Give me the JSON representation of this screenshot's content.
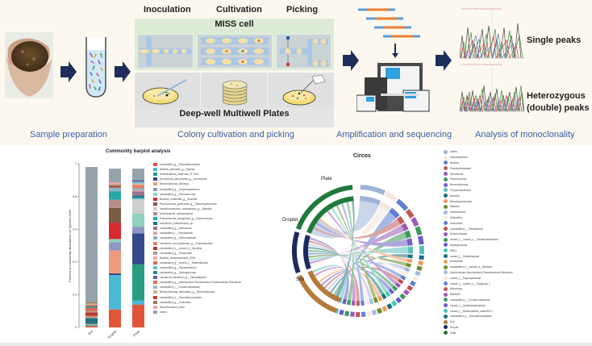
{
  "workflow": {
    "stages": [
      {
        "label": "Sample preparation"
      },
      {
        "label": "Colony cultivation and picking"
      },
      {
        "label": "Amplification and sequencing"
      },
      {
        "label": "Analysis of monoclonality"
      }
    ],
    "steps": [
      "Inoculation",
      "Cultivation",
      "Picking"
    ],
    "miss_cell_title": "MISS cell",
    "plates_title": "Deep-well Multiwell Plates",
    "peaks": {
      "single": "Single peaks",
      "heterozygous_line1": "Heterozygous",
      "heterozygous_line2": "(double) peaks"
    },
    "seq_top_letters": "TATGCTTGCCGACATGGGACT",
    "seq_bottom_letters": "GTGCTTATGCTTGCCGACATG",
    "colors": {
      "stage_label": "#3a5fa8",
      "arrow": "#1e2d5a",
      "miss_bg": "#dcebd6",
      "panel_bg": "#fcf8ef"
    }
  },
  "chart_data": [
    {
      "type": "bar",
      "stacked": true,
      "title": "Community barplot analysis",
      "ylabel": "Percent of community abundance on Species level",
      "xlabel": "",
      "ylim": [
        0,
        1
      ],
      "yticks": [
        "0",
        "0.2",
        "0.4",
        "0.6",
        "0.8",
        "1"
      ],
      "categories": [
        "Soil",
        "Droplet",
        "Plate"
      ],
      "series": [
        {
          "name": "unclassified_g__Pseudarthrobacter",
          "color": "#e0553a",
          "values": [
            0.008,
            0.11,
            0.14
          ]
        },
        {
          "name": "Bacillus_anthracis_g__Bacillus",
          "color": "#4bb8d6",
          "values": [
            0.0,
            0.21,
            0.025
          ]
        },
        {
          "name": "Ardenticatenia_bacterium_R-7515",
          "color": "#2a9d80",
          "values": [
            0.005,
            0.0,
            0.22
          ]
        },
        {
          "name": "Aeromonas_salmonicida_g__Aeromonas",
          "color": "#34498a",
          "values": [
            0.0,
            0.01,
            0.19
          ]
        },
        {
          "name": "Brevundimonas_diminuta",
          "color": "#ef9a7e",
          "values": [
            0.0,
            0.14,
            0.0
          ]
        },
        {
          "name": "unclassified_g__Chryseobacterium",
          "color": "#8e97c2",
          "values": [
            0.0,
            0.05,
            0.04
          ]
        },
        {
          "name": "unclassified_g__Pseudomonas",
          "color": "#8fd1bd",
          "values": [
            0.004,
            0.02,
            0.08
          ]
        },
        {
          "name": "Brucella_melitensis_g__Brucella",
          "color": "#d8292e",
          "values": [
            0.0,
            0.1,
            0.0
          ]
        },
        {
          "name": "Pseudomonas_geniculata_g__Stenotrophomonas",
          "color": "#7d5a42",
          "values": [
            0.0,
            0.09,
            0.0
          ]
        },
        {
          "name": "Janthinobacterium_ovalbaminus_g__Massilia",
          "color": "#cfcfcf",
          "values": [
            0.0,
            0.0,
            0.09
          ]
        },
        {
          "name": "Acinetobacter_radioresistens",
          "color": "#b98a86",
          "values": [
            0.005,
            0.05,
            0.0
          ]
        },
        {
          "name": "Pseudomonas_aeruginosa_g__Pseudomonas",
          "color": "#27a7a8",
          "values": [
            0.0,
            0.05,
            0.01
          ]
        },
        {
          "name": "uncultured_Dellovibrionia_sp.",
          "color": "#26707e",
          "values": [
            0.035,
            0.0,
            0.01
          ]
        },
        {
          "name": "unclassified_g__Acidovorax",
          "color": "#9a7190",
          "values": [
            0.0,
            0.0,
            0.025
          ]
        },
        {
          "name": "unclassified_f__Yersiniaceae",
          "color": "#d9a7aa",
          "values": [
            0.0,
            0.0,
            0.01
          ]
        },
        {
          "name": "unclassified_g__Achromobacter",
          "color": "#8ab2c8",
          "values": [
            0.005,
            0.025,
            0.01
          ]
        },
        {
          "name": "uncultured_soil_bacterium_g__Flavobacterium",
          "color": "#d9845c",
          "values": [
            0.01,
            0.0,
            0.02
          ]
        },
        {
          "name": "unclassified_k__norank_d__Bacteria",
          "color": "#b2392a",
          "values": [
            0.02,
            0.01,
            0.0
          ]
        },
        {
          "name": "unclassified_g__Pedobacter",
          "color": "#ac9a86",
          "values": [
            0.008,
            0.01,
            0.0
          ]
        },
        {
          "name": "Bacillus_oceanisediminis_2691",
          "color": "#f0a89c",
          "values": [
            0.0,
            0.01,
            0.01
          ]
        },
        {
          "name": "unclassified_g__norank_f__Sutterellaceae",
          "color": "#d9674e",
          "values": [
            0.02,
            0.0,
            0.0
          ]
        },
        {
          "name": "unclassified_g__Flavobacterium",
          "color": "#5cc1d4",
          "values": [
            0.0,
            0.0,
            0.01
          ]
        },
        {
          "name": "unclassified_g__Sphingomonas",
          "color": "#2c8c8a",
          "values": [
            0.01,
            0.0,
            0.0
          ]
        },
        {
          "name": "uncultured_bacterium_g__Flavisolibacter",
          "color": "#6b5b98",
          "values": [
            0.0,
            0.0,
            0.01
          ]
        },
        {
          "name": "unclassified_g__Allorhizobium-Neorhizobium-Pararhizobium-Rhizobium",
          "color": "#e06d55",
          "values": [
            0.008,
            0.0,
            0.0
          ]
        },
        {
          "name": "unclassified_f__Comamonadaceae",
          "color": "#9fb3d4",
          "values": [
            0.0,
            0.0,
            0.0
          ]
        },
        {
          "name": "Brevundimonas_intermedia_g__Brevundimonas",
          "color": "#c9b79c",
          "values": [
            0.008,
            0.0,
            0.0
          ]
        },
        {
          "name": "unclassified_o__Saccharimonadales",
          "color": "#c7402c",
          "values": [
            0.0,
            0.0,
            0.0
          ]
        },
        {
          "name": "unclassified_g__Trodoebus",
          "color": "#9a7b5c",
          "values": [
            0.01,
            0.0,
            0.0
          ]
        },
        {
          "name": "Mesorhizobium_ciceri",
          "color": "#e8a79c",
          "values": [
            0.0,
            0.0,
            0.0
          ]
        },
        {
          "name": "others",
          "color": "#95a3aa",
          "values": [
            0.824,
            0.085,
            0.07
          ]
        }
      ]
    },
    {
      "type": "chord",
      "title": "Circos",
      "groups": [
        "Plate",
        "Droplet",
        "Soil"
      ],
      "legend": [
        {
          "name": "others",
          "color": "#9db3d6"
        },
        {
          "name": "Flavobacterium",
          "color": "#f6e7da"
        },
        {
          "name": "Bacillus",
          "color": "#5d7fd3"
        },
        {
          "name": "Pseudarthrobacter",
          "color": "#c25a5a"
        },
        {
          "name": "Aeromonas",
          "color": "#9c5cb5"
        },
        {
          "name": "Pseudomonas",
          "color": "#3d9b5d"
        },
        {
          "name": "Brevundimonas",
          "color": "#6d5fc1"
        },
        {
          "name": "Chryseobacterium",
          "color": "#58c1bc"
        },
        {
          "name": "Brucella",
          "color": "#1f6c78"
        },
        {
          "name": "Stenotrophomonas",
          "color": "#f09a5e"
        },
        {
          "name": "Massilia",
          "color": "#6e8c2e"
        },
        {
          "name": "Acinetobacter",
          "color": "#a3b8dc"
        },
        {
          "name": "Dellovibrio",
          "color": "#f8ebdf"
        },
        {
          "name": "Acidovorax",
          "color": "#5b7fd0"
        },
        {
          "name": "unclassified_f__Yersiniaceae",
          "color": "#c0504d"
        },
        {
          "name": "Achromobacter",
          "color": "#9b59b6"
        },
        {
          "name": "norank_f__norank_o__Vicinamibacterales",
          "color": "#3a9a5c"
        },
        {
          "name": "Sphingomonas",
          "color": "#6a5acd"
        },
        {
          "name": "RB41",
          "color": "#48c9b0"
        },
        {
          "name": "norank_f__Sutterellaceae",
          "color": "#16707a"
        },
        {
          "name": "Pedobacter",
          "color": "#f39c5a"
        },
        {
          "name": "unclassified_k__norank_d__Bacteria",
          "color": "#6b8e23"
        },
        {
          "name": "Allorhizobium-Neorhizobium-Pararhizobium-Rhizobium",
          "color": "#aabbe0"
        },
        {
          "name": "norank_f__Saprospiraceae",
          "color": "#faeadd"
        },
        {
          "name": "norank_f__norank_o__Subgroup_7",
          "color": "#5f82d4"
        },
        {
          "name": "Microvirga",
          "color": "#c45a5a"
        },
        {
          "name": "Ellin6067",
          "color": "#a05ab8"
        },
        {
          "name": "unclassified_f__Comamonadaceae",
          "color": "#3f9c60"
        },
        {
          "name": "norank_f__Xanthobacteraceae",
          "color": "#6c5ec4"
        },
        {
          "name": "norank_f__Bacteroidetes_vadinHA17",
          "color": "#52c4b8"
        },
        {
          "name": "unclassified_o__Saccharimonadales",
          "color": "#1c6e7a"
        },
        {
          "name": "Soil",
          "color": "#b57a3a"
        },
        {
          "name": "Droplet",
          "color": "#1c2a5e"
        },
        {
          "name": "Plate",
          "color": "#1e7a3a"
        }
      ]
    }
  ]
}
